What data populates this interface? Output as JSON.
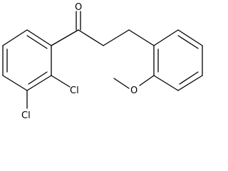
{
  "molecule": {
    "atoms": {
      "oxygen_carbonyl": "O",
      "chlorine_2": "Cl",
      "chlorine_3": "Cl",
      "methoxy_oxygen": "O"
    }
  }
}
